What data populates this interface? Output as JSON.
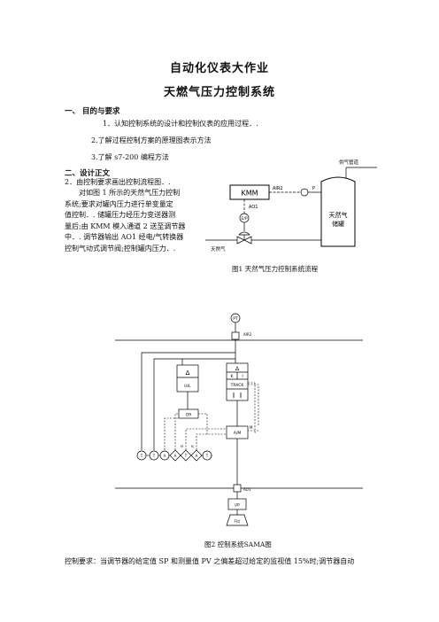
{
  "doc": {
    "title": "自动化仪表大作业",
    "subtitle": "天燃气压力控制系统",
    "section1": {
      "heading": "一、 目的与要求",
      "items": [
        "1．认知控制系统的设计和控制仪表的应用过程．.",
        "2.了解过程控制方案的原理图表示方法",
        "3.了解 s7-200 编程方法"
      ]
    },
    "section2": {
      "heading": "二、设计正文",
      "sub": "2．由控制要求画出控制流程图．.",
      "lines": [
        "对如图 1 所示的天然气压力控制",
        "系统;要求对罐内压力进行单变量定",
        "值控制．. 储罐压力经压力变送器测",
        "量后;由 KMM 模入通道 2 送至调节器",
        "中．. 调节器输出 AO1 经电/气转换器",
        "控制气动式调节阀;控制罐内压力．."
      ]
    },
    "fig1": {
      "caption": "图1  天然气压力控制系统流程",
      "kmm": "KMM",
      "air2": "AIR2",
      "ao1": "AO1",
      "ep": "E/P",
      "p": "P",
      "tank": [
        "天然气",
        "储罐"
      ],
      "outlet": "供气管道",
      "inlet": "天然气"
    },
    "fig2": {
      "caption": "图2  控制系统SAMA图",
      "pt": "PT",
      "air2": "AIR2",
      "k": "K",
      "i": "I",
      "track": "TRACK",
      "hl": "H/L",
      "or": "OR",
      "am": "A/M",
      "m": "M",
      "ao1": "AO1",
      "ip": "I/P",
      "fo": "F(t)",
      "delta": "Δ",
      "circles": [
        "T",
        "T",
        "A",
        "A",
        "T",
        "A",
        "T"
      ],
      "small_labels": [
        "M",
        "N"
      ]
    },
    "footer": "控制要求：当调节器的给定值 SP 和测量值 PV 之偏差超过给定的监视值 15%时;调节器自动"
  }
}
